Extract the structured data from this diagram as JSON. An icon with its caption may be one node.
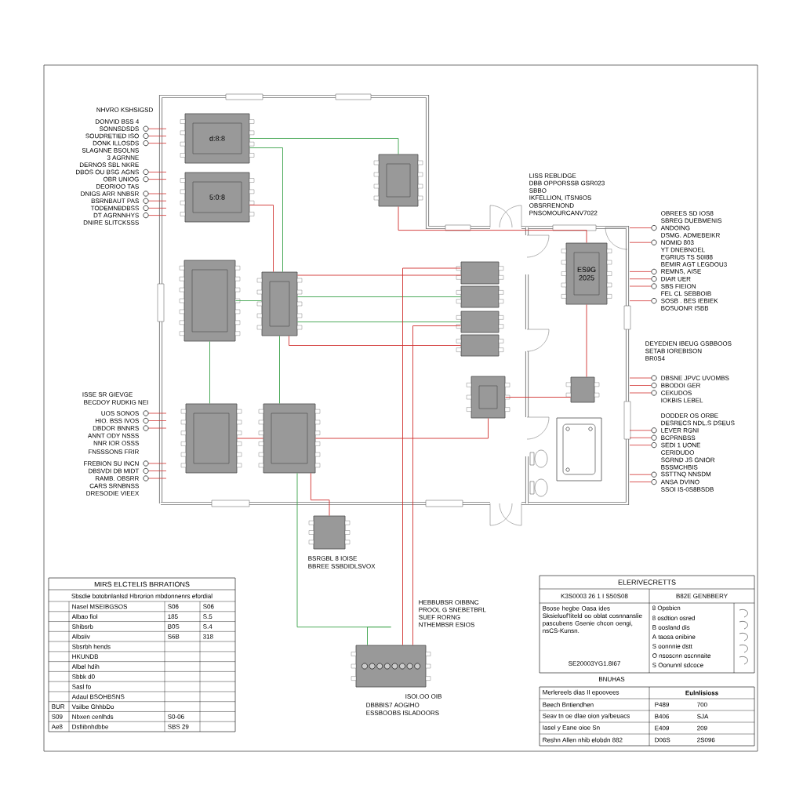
{
  "diagram": {
    "nodes": [
      {
        "text": [
          "d:8:8"
        ]
      },
      {
        "text": [
          "5:0:8"
        ]
      },
      {
        "text": [],
        "shape": "box"
      },
      {
        "text": [],
        "shape": "box"
      },
      {
        "text": [],
        "shape": "box"
      },
      {
        "text": [],
        "shape": "box"
      },
      {
        "text": [],
        "shape": "box"
      },
      {
        "text": [],
        "shape": "box"
      },
      {
        "text": [],
        "shape": "box"
      },
      {
        "text": [
          "ES9G",
          "2025"
        ]
      },
      {
        "text": [],
        "shape": "box"
      },
      {
        "text": [],
        "shape": "box"
      },
      {
        "text": [],
        "shape": "box"
      },
      {
        "text": [],
        "shape": "box"
      },
      {
        "text": [],
        "shape": "box"
      },
      {
        "text": [],
        "shape": "box"
      },
      {
        "text": [],
        "shape": "box"
      }
    ],
    "edges": [
      {
        "from": 0,
        "to": 2,
        "arrow": "none",
        "color": "#3aa14a"
      },
      {
        "from": 0,
        "to": 4,
        "arrow": "none",
        "color": "#3aa14a"
      },
      {
        "from": 1,
        "to": 4,
        "arrow": "none"
      },
      {
        "from": 3,
        "to": 4,
        "arrow": "none",
        "color": "#3aa14a"
      },
      {
        "from": 4,
        "to": 5,
        "arrow": "none"
      },
      {
        "from": 4,
        "to": 6,
        "arrow": "none",
        "color": "#3aa14a"
      },
      {
        "from": 4,
        "to": 7,
        "arrow": "none",
        "color": "#3aa14a"
      },
      {
        "from": 4,
        "to": 8,
        "arrow": "none"
      },
      {
        "from": 4,
        "to": 13,
        "arrow": "none",
        "color": "#3aa14a"
      },
      {
        "from": 3,
        "to": 12,
        "arrow": "none",
        "color": "#3aa14a"
      },
      {
        "from": 12,
        "to": 13,
        "arrow": "none"
      },
      {
        "from": 13,
        "to": 10,
        "arrow": "none"
      },
      {
        "from": 2,
        "to": 9,
        "arrow": "none"
      },
      {
        "from": 9,
        "to": 11,
        "arrow": "none"
      },
      {
        "from": 13,
        "to": 14,
        "arrow": "none"
      },
      {
        "from": 5,
        "to": 15,
        "arrow": "none"
      },
      {
        "from": 13,
        "to": 15,
        "arrow": "none",
        "color": "#3aa14a"
      },
      {
        "from": 7,
        "to": 15,
        "arrow": "none"
      },
      {
        "from": 10,
        "to": 11,
        "arrow": "none"
      }
    ],
    "labels": [
      "NHVRO KSHSIGSD",
      "DONVID BSS 4",
      "SONNSDSDS",
      "SOUDRETIED ISO",
      "DONK ILLOSDS",
      "SLAGNNE BSOLNS",
      "3 AGRNNE",
      "DERNOS SBL NKRE",
      "DBOS OU BSG AGNS",
      "OBR UNIOG",
      "DEORIOO TAS",
      "DNIGS ARR NNBSR",
      "BSRNBAUT PAS",
      "TODEMNBDBSS",
      "DT AGRNNHYS",
      "DNIRE SLITCKSSS",
      "ISSE SR GIEVGE",
      "BECDOY RUDKIG NEI",
      "UOS SONOS",
      "HIO. BSS IVOS",
      "DBDOR BNNRS",
      "ANNT ODY NSSS",
      "NNR IOR OSSS",
      "FNSSSONS FRIR",
      "FREBION SU INCN",
      "DBSVDI DB MIDT",
      "RAMB. OBSRR",
      "CARS SRNBNSS",
      "DRESODIE VIEEX",
      "LISS REBLIDGE",
      "DBB OPPORSSB GSR023",
      "SBBO",
      "IKFELLION, ITSN6OS",
      "OBSRRENOND",
      "PNSOMOURCANV7022",
      "OBREES SD IOS8",
      "SBREG DUEBMENIS",
      "ANDOING",
      "DSMG. ADMEBEIKR",
      "NOMID 803",
      "YT DNEBNOEL",
      "EGRIUS TS S0I88",
      "BEMIR AGT LEGDOU3",
      "REMNS, AISE",
      "DIAR UER",
      "SBS FIEION",
      "FEL CL SEBBOIB",
      "SOSB . BES IEBIEK",
      "BOSUONR ISBB",
      "DEYEDIEN IBEUG GSBBOOS",
      "SETAB IOREBISON",
      "BR0S4",
      "DBSNE JPVC UVOMBS",
      "BBODOI GER",
      "CEKUDOS",
      "IOKBIS LEBEL",
      "DODDER OS ORBE",
      "DESRECS NDL.S DSEUS",
      "LEVER RGNI",
      "BCPRNBSS",
      "SEDI 1 UONE",
      "CERIDUDO",
      "SGRND JS GNIOR",
      "BSSMCHBIS",
      "SSTTNQ NNSDM",
      "ANSA DVINO",
      "SSOI IS-0S8BSDB",
      "BSRGBL 8 IOISE",
      "BBREE SSBDIDLSVOX",
      "HEBBUBSR OIBBNC",
      "PROOL G SNEBETBRL",
      "SUEF RORNG",
      "NTHEMBSR ESIOS",
      "ISOI.OO OIB",
      "DBBBIS7 AOGIHO",
      "ESSBOOBS ISLADOORS",
      "MIRS ELCTELIS BRRATIONS",
      "Sbsdie botobnlanlsd Hbrorion mbdonnenrs efordial",
      "Nasel MSEIBGSOS",
      "S06",
      "S06",
      "Albao fiol",
      "185",
      "S.5",
      "Shibsrb",
      "B0S",
      "S.4",
      "Albsiiv",
      "S6B",
      "318",
      "Sbsrbh hends",
      "HKUNDB",
      "Albel hdih",
      "Sbbk d0",
      "Sasl fo",
      "Adaul BSOHBSNS",
      "BUR",
      "Vsilbe GhhbDo",
      "S09",
      "Nbxen cenlhds",
      "S0-06",
      "Ae8",
      "Dsfiibnhdbbe",
      "SBS 29",
      "ELERIVECRETTS",
      "K3S0003 26 1 I S50S08",
      "B82E GENBBERY",
      "Bsose hegbe Oasa ides Sksieluof'Iiteld oo oblat cosnnanslie pascubens Gsenie chcon oengi, nsCS-Kunsn.",
      "SE20003YG1.8I67",
      "8 Opsbicn",
      "8 osdtion osred",
      "B oosland dis",
      "A taosa onibine",
      "S oonnnie dstt",
      "O nsoscnn oscnnaite",
      "S Oonunnl sdcoce",
      "BNUHAS",
      "Merlereels dias II epoovees",
      "Eulnlisioss",
      "Beech Bntiendhen",
      "P489",
      "700",
      "Seav tn oe dlae oion ya/beuacs",
      "B406",
      "SJA",
      "Iasel y Eane oioe Sn",
      "E409",
      "209",
      "Reshn Allen nhib elobdn 882",
      "D06S",
      "2S096"
    ]
  }
}
